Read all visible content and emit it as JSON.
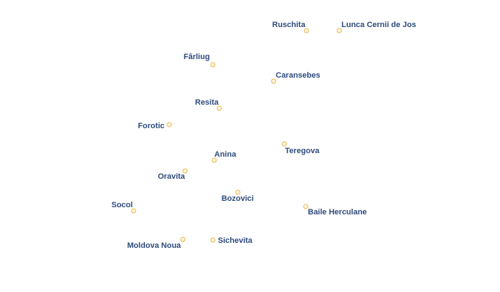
{
  "map": {
    "cities": [
      {
        "name": "Ruschita"
      },
      {
        "name": "Lunca Cernii de Jos"
      },
      {
        "name": "Fârliug"
      },
      {
        "name": "Caransebes"
      },
      {
        "name": "Resita"
      },
      {
        "name": "Forotic"
      },
      {
        "name": "Teregova"
      },
      {
        "name": "Anina"
      },
      {
        "name": "Oravita"
      },
      {
        "name": "Bozovici"
      },
      {
        "name": "Socol"
      },
      {
        "name": "Baile Herculane"
      },
      {
        "name": "Moldova Noua"
      },
      {
        "name": "Sichevita"
      }
    ],
    "colors": {
      "label_text": "#2e4b7d",
      "label_halo": "#ffffff",
      "marker_stroke": "#e9b44c",
      "marker_fill": "#fff6dc"
    }
  }
}
